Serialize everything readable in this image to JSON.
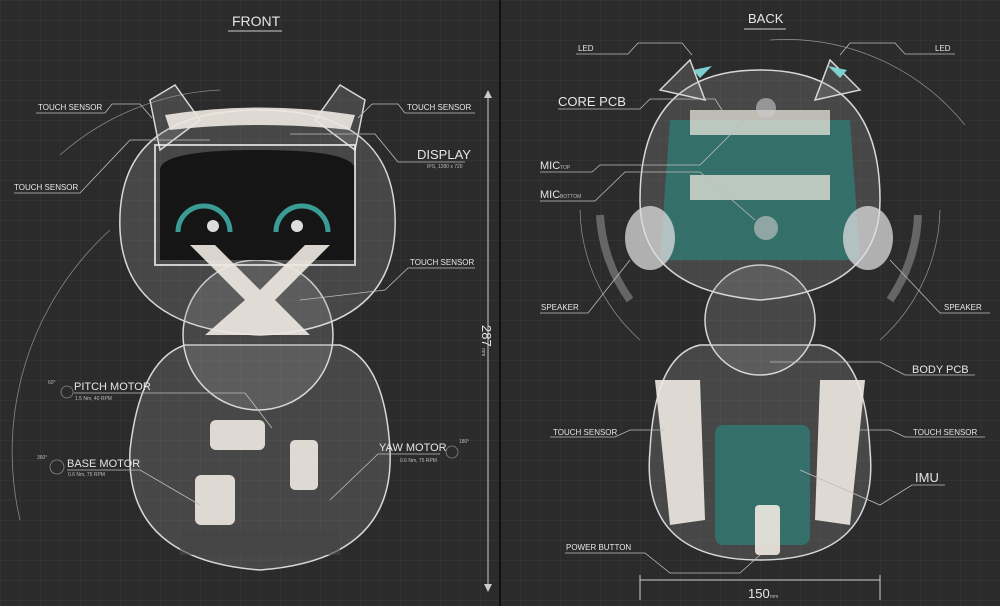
{
  "front": {
    "title": "FRONT",
    "labels": {
      "touch_sensor_top_left": "TOUCH SENSOR",
      "touch_sensor_top_right": "TOUCH SENSOR",
      "touch_sensor_left": "TOUCH SENSOR",
      "touch_sensor_right": "TOUCH SENSOR",
      "display": "DISPLAY",
      "display_spec": "IPS, 1280 x 720",
      "pitch_motor": "PITCH MOTOR",
      "pitch_motor_spec": "1.5 Nm, 40 RPM",
      "pitch_angle": "60°",
      "base_motor": "BASE MOTOR",
      "base_motor_spec": "0.6 Nm, 75 RPM",
      "base_angle": "360°",
      "yaw_motor": "YAW MOTOR",
      "yaw_motor_spec": "0.6 Nm, 75 RPM",
      "yaw_angle": "180°"
    },
    "height_dimension": {
      "value": "287",
      "unit": "mm"
    }
  },
  "back": {
    "title": "BACK",
    "labels": {
      "led_left": "LED",
      "led_right": "LED",
      "core_pcb": "CORE PCB",
      "mic_top": "MIC",
      "mic_top_sub": "TOP",
      "mic_bottom": "MIC",
      "mic_bottom_sub": "BOTTOM",
      "speaker_left": "SPEAKER",
      "speaker_right": "SPEAKER",
      "body_pcb": "BODY PCB",
      "touch_sensor_left": "TOUCH SENSOR",
      "touch_sensor_right": "TOUCH SENSOR",
      "imu": "IMU",
      "power_button": "POWER BUTTON"
    },
    "width_dimension": {
      "value": "150",
      "unit": "mm"
    }
  },
  "colors": {
    "background": "#2b2b2b",
    "accent_teal": "#2f7c74",
    "text": "#e6e6e6"
  }
}
